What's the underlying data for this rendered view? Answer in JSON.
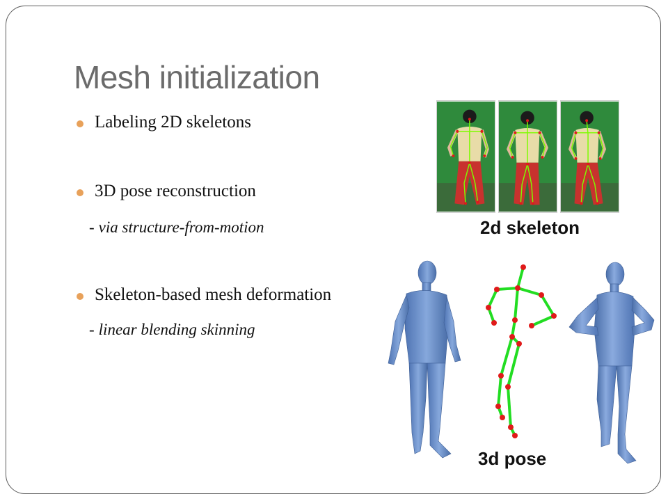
{
  "slide": {
    "title": "Mesh initialization",
    "bullets": [
      {
        "text": "Labeling 2D skeletons"
      },
      {
        "text": "3D pose reconstruction",
        "sub_dash": "-",
        "sub": "via structure-from-motion"
      },
      {
        "text": "Skeleton-based mesh deformation",
        "sub_dash": "-",
        "sub": "linear blending skinning"
      }
    ],
    "figure": {
      "caption_top": "2d skeleton",
      "caption_bottom": "3d pose"
    }
  },
  "colors": {
    "title": "#6b6b6b",
    "bullet_dot": "#e8a15a",
    "mesh_blue": "#6f94cf",
    "green_screen": "#2f8a3c",
    "skeleton_line": "#22dd22",
    "joint_red": "#e01a1a"
  }
}
